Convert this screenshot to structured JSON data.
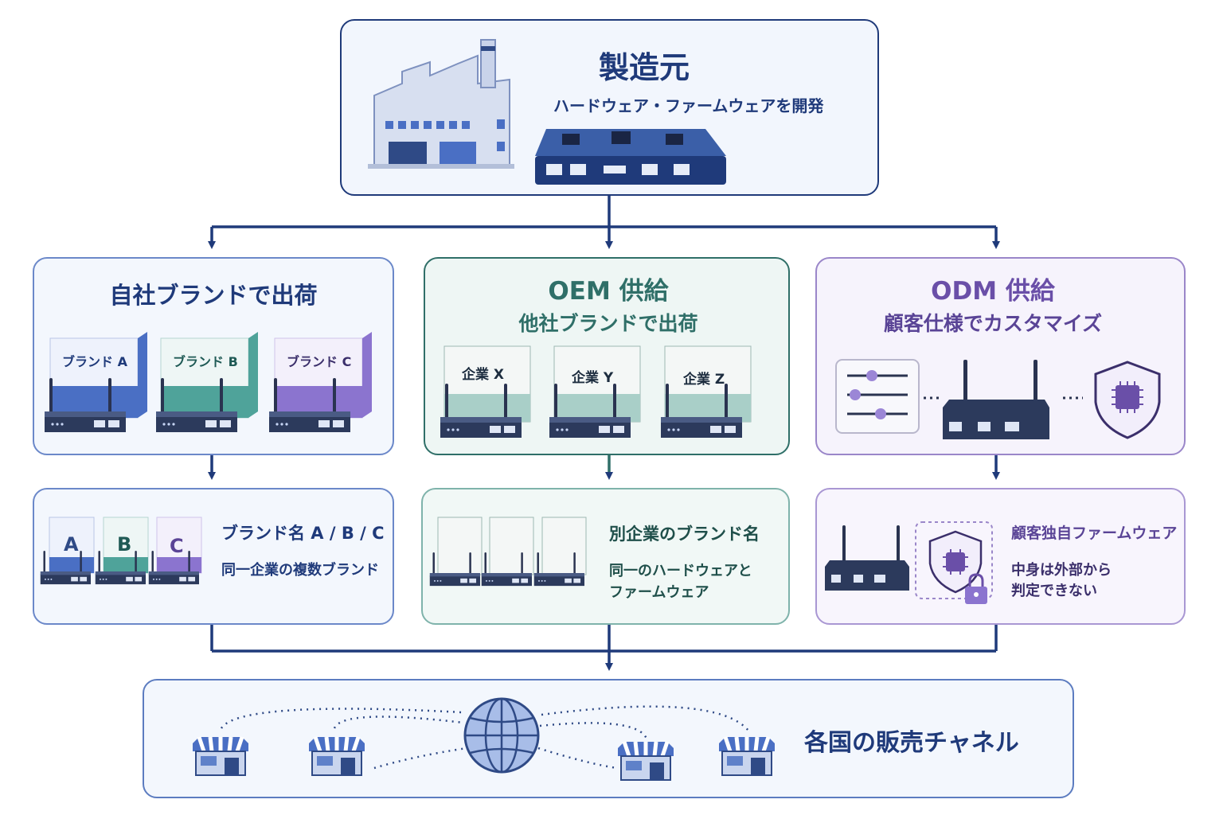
{
  "manufacturer": {
    "title": "製造元",
    "subtitle": "ハードウェア・ファームウェアを開発"
  },
  "own_brand": {
    "title": "自社ブランドで出荷",
    "products": [
      "ブランド A",
      "ブランド B",
      "ブランド C"
    ],
    "detail_letters": [
      "A",
      "B",
      "C"
    ],
    "detail_title": "ブランド名 A / B / C",
    "detail_text": "同一企業の複数ブランド"
  },
  "oem": {
    "title": "OEM 供給",
    "subtitle": "他社ブランドで出荷",
    "products": [
      "企業 X",
      "企業 Y",
      "企業 Z"
    ],
    "detail_title": "別企業のブランド名",
    "detail_text_1": "同一のハードウェアと",
    "detail_text_2": "ファームウェア"
  },
  "odm": {
    "title": "ODM 供給",
    "subtitle": "顧客仕様でカスタマイズ",
    "detail_title": "顧客独自ファームウェア",
    "detail_text_1": "中身は外部から",
    "detail_text_2": "判定できない"
  },
  "sales": {
    "title": "各国の販売チャネル"
  },
  "colors": {
    "navy": "#1f3a7a",
    "brand_blue": "#4a6fc4",
    "brand_teal": "#4fa39a",
    "brand_purple": "#8b74cf",
    "oem_teal": "#2f6f68",
    "odm_purple": "#6a4fa8"
  },
  "icons": [
    "factory-icon",
    "circuit-board-icon",
    "router-icon",
    "sliders-icon",
    "chip-shield-icon",
    "lock-icon",
    "globe-icon",
    "store-icon"
  ]
}
